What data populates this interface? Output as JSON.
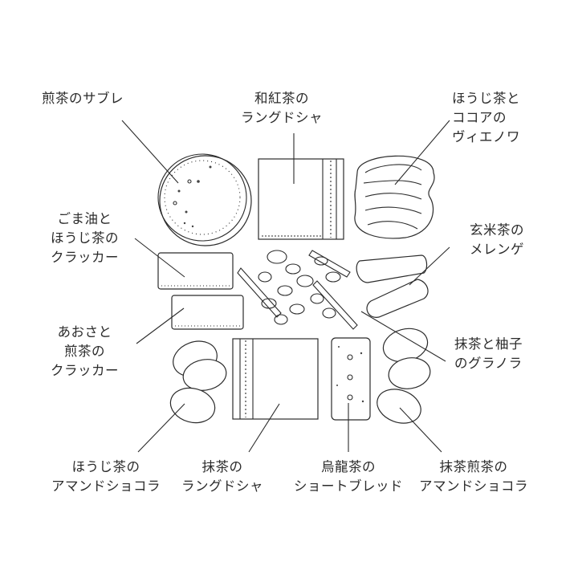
{
  "diagram": {
    "type": "illustrated-assortment",
    "items": [
      {
        "id": "sencha-sable",
        "lines": [
          "煎茶のサブレ"
        ]
      },
      {
        "id": "wakocha-langue-de-chat",
        "lines": [
          "和紅茶の",
          "ラングドシャ"
        ]
      },
      {
        "id": "hojicha-cocoa-viennois",
        "lines": [
          "ほうじ茶と",
          "ココアの",
          "ヴィエノワ"
        ]
      },
      {
        "id": "sesame-hojicha-cracker",
        "lines": [
          "ごま油と",
          "ほうじ茶の",
          "クラッカー"
        ]
      },
      {
        "id": "genmaicha-meringue",
        "lines": [
          "玄米茶の",
          "メレンゲ"
        ]
      },
      {
        "id": "aosa-sencha-cracker",
        "lines": [
          "あおさと",
          "煎茶の",
          "クラッカー"
        ]
      },
      {
        "id": "matcha-yuzu-granola",
        "lines": [
          "抹茶と柚子",
          "のグラノラ"
        ]
      },
      {
        "id": "hojicha-almond-chocolat",
        "lines": [
          "ほうじ茶の",
          "アマンドショコラ"
        ]
      },
      {
        "id": "matcha-langue-de-chat",
        "lines": [
          "抹茶の",
          "ラングドシャ"
        ]
      },
      {
        "id": "oolong-shortbread",
        "lines": [
          "烏龍茶の",
          "ショートブレッド"
        ]
      },
      {
        "id": "matcha-sencha-almond-chocolat",
        "lines": [
          "抹茶煎茶の",
          "アマンドショコラ"
        ]
      }
    ]
  }
}
